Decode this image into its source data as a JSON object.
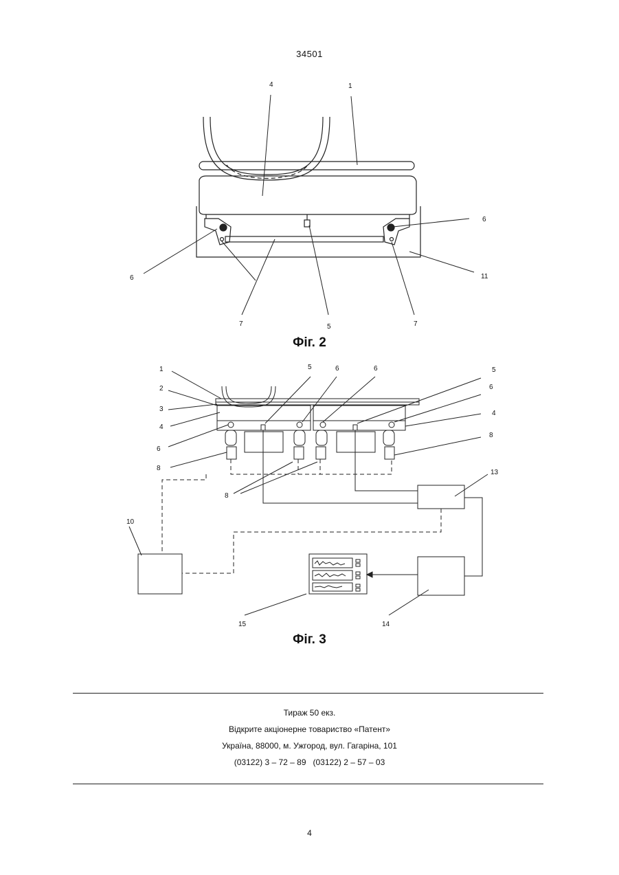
{
  "header": {
    "doc_number": "34501"
  },
  "figure2": {
    "caption": "Фіг. 2",
    "labels": {
      "l4": "4",
      "l1": "1",
      "l6_right": "6",
      "l6_left": "6",
      "l11": "11",
      "l7_left": "7",
      "l5": "5",
      "l7_right": "7"
    }
  },
  "figure3": {
    "caption": "Фіг. 3",
    "labels": {
      "l1": "1",
      "l2": "2",
      "l3": "3",
      "l4_left": "4",
      "l6_left": "6",
      "l8_left": "8",
      "l5_top_left": "5",
      "l6_top_a": "6",
      "l6_top_b": "6",
      "l5_top_right": "5",
      "l6_right": "6",
      "l4_right": "4",
      "l8_right": "8",
      "l8_center": "8",
      "l13": "13",
      "l10": "10",
      "l15": "15",
      "l14": "14"
    }
  },
  "footer": {
    "circulation": "Тираж 50 екз.",
    "publisher": "Відкрите акціонерне товариство «Патент»",
    "address": "Україна, 88000, м. Ужгород, вул. Гагаріна, 101",
    "phones": "(03122) 3 – 72 – 89   (03122) 2 – 57 – 03"
  },
  "page_number": "4"
}
